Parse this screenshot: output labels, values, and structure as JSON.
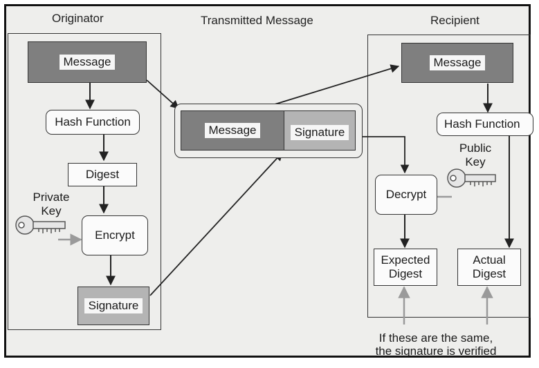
{
  "columns": {
    "originator": "Originator",
    "transmitted": "Transmitted Message",
    "recipient": "Recipient"
  },
  "originator": {
    "message": "Message",
    "hash_function": "Hash Function",
    "digest": "Digest",
    "private_key": [
      "Private",
      "Key"
    ],
    "encrypt": "Encrypt",
    "signature": "Signature"
  },
  "transmitted": {
    "message": "Message",
    "signature": "Signature"
  },
  "recipient": {
    "message": "Message",
    "hash_function": "Hash Function",
    "public_key": [
      "Public",
      "Key"
    ],
    "decrypt": "Decrypt",
    "expected_digest": [
      "Expected",
      "Digest"
    ],
    "actual_digest": [
      "Actual",
      "Digest"
    ]
  },
  "note": [
    "If these are the same,",
    "the signature is verified"
  ],
  "icons": {
    "key": "key-icon"
  }
}
